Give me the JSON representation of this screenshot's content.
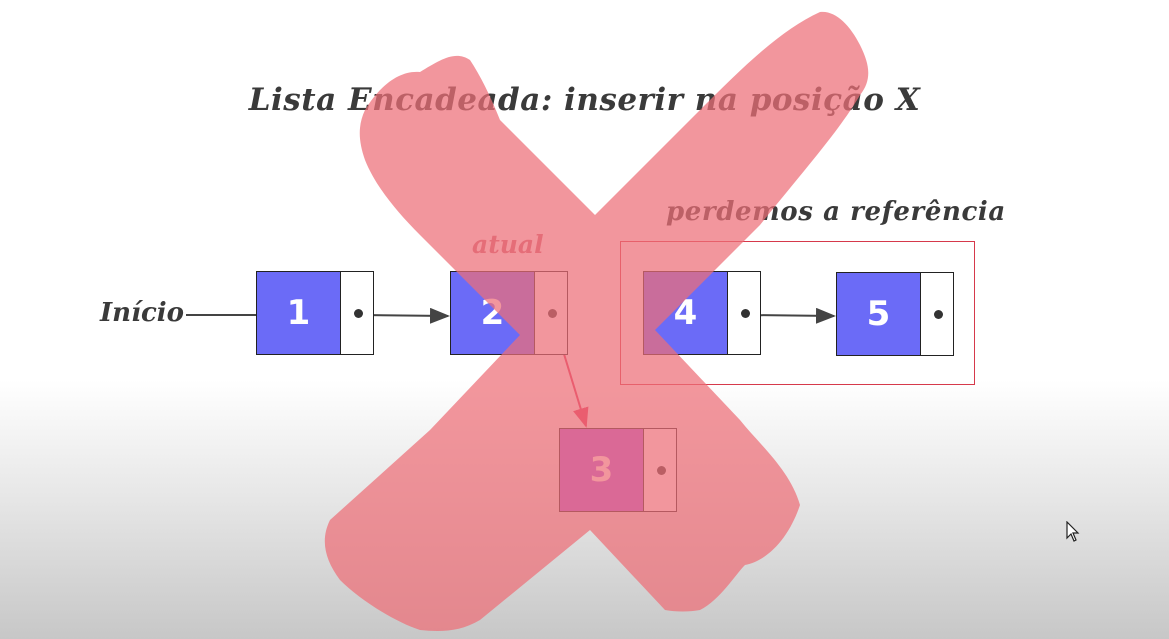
{
  "title": "Lista Encadeada: inserir na posição X",
  "labels": {
    "start": "Início",
    "current": "atual",
    "lost_reference": "perdemos a referência"
  },
  "nodes": [
    {
      "value": "1"
    },
    {
      "value": "2"
    },
    {
      "value": "3"
    },
    {
      "value": "4"
    },
    {
      "value": "5"
    }
  ],
  "colors": {
    "node_fill": "#6b6bf7",
    "new_node_fill": "#a85ce6",
    "cross_overlay": "#ee6f78",
    "highlight_box": "#d6394b",
    "text": "#3a3a3a"
  },
  "icons": {
    "overlay": "red-x-icon",
    "cursor": "mouse-cursor-icon"
  }
}
